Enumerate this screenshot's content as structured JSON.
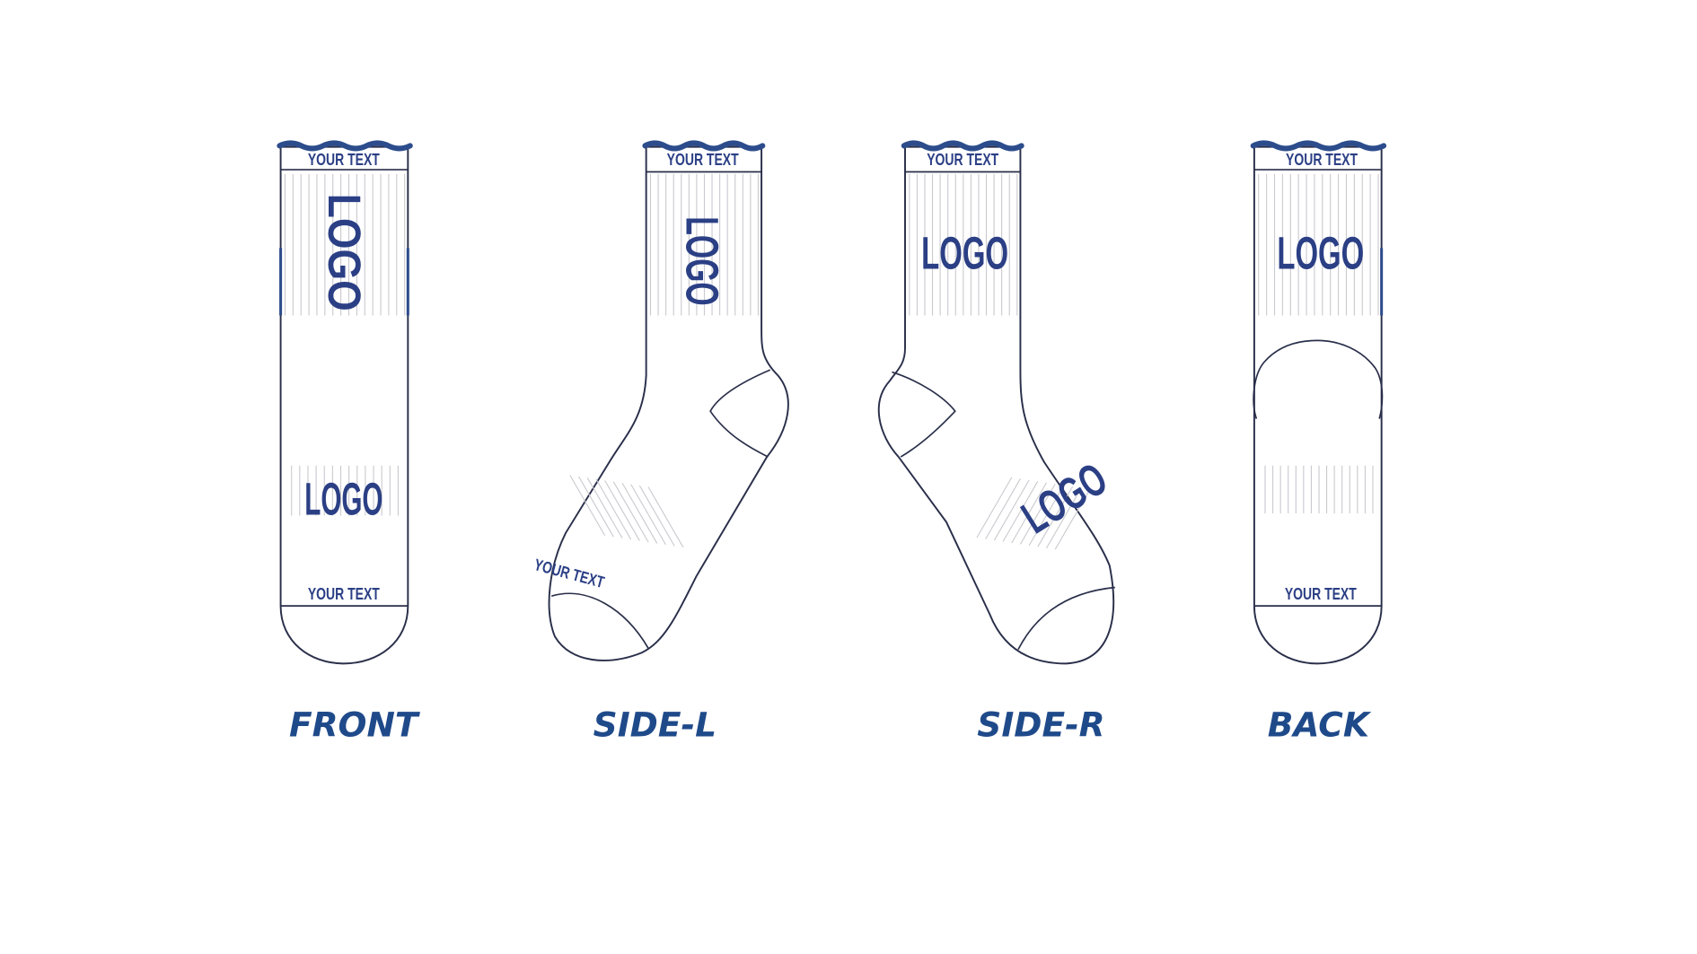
{
  "views": {
    "front": {
      "label": "FRONT",
      "cuff_text": "YOUR TEXT",
      "leg_logo": "LOGO",
      "foot_logo": "LOGO",
      "toe_text": "YOUR TEXT"
    },
    "side_l": {
      "label": "SIDE-L",
      "cuff_text": "YOUR TEXT",
      "leg_logo": "LOGO",
      "toe_text": "YOUR TEXT"
    },
    "side_r": {
      "label": "SIDE-R",
      "cuff_text": "YOUR TEXT",
      "leg_logo": "LOGO",
      "foot_logo": "LOGO"
    },
    "back": {
      "label": "BACK",
      "cuff_text": "YOUR TEXT",
      "leg_logo": "LOGO",
      "toe_text": "YOUR TEXT"
    }
  },
  "colors": {
    "accent": "#2b3f85",
    "label": "#1f4a8a",
    "outline": "#2a2f4a"
  }
}
